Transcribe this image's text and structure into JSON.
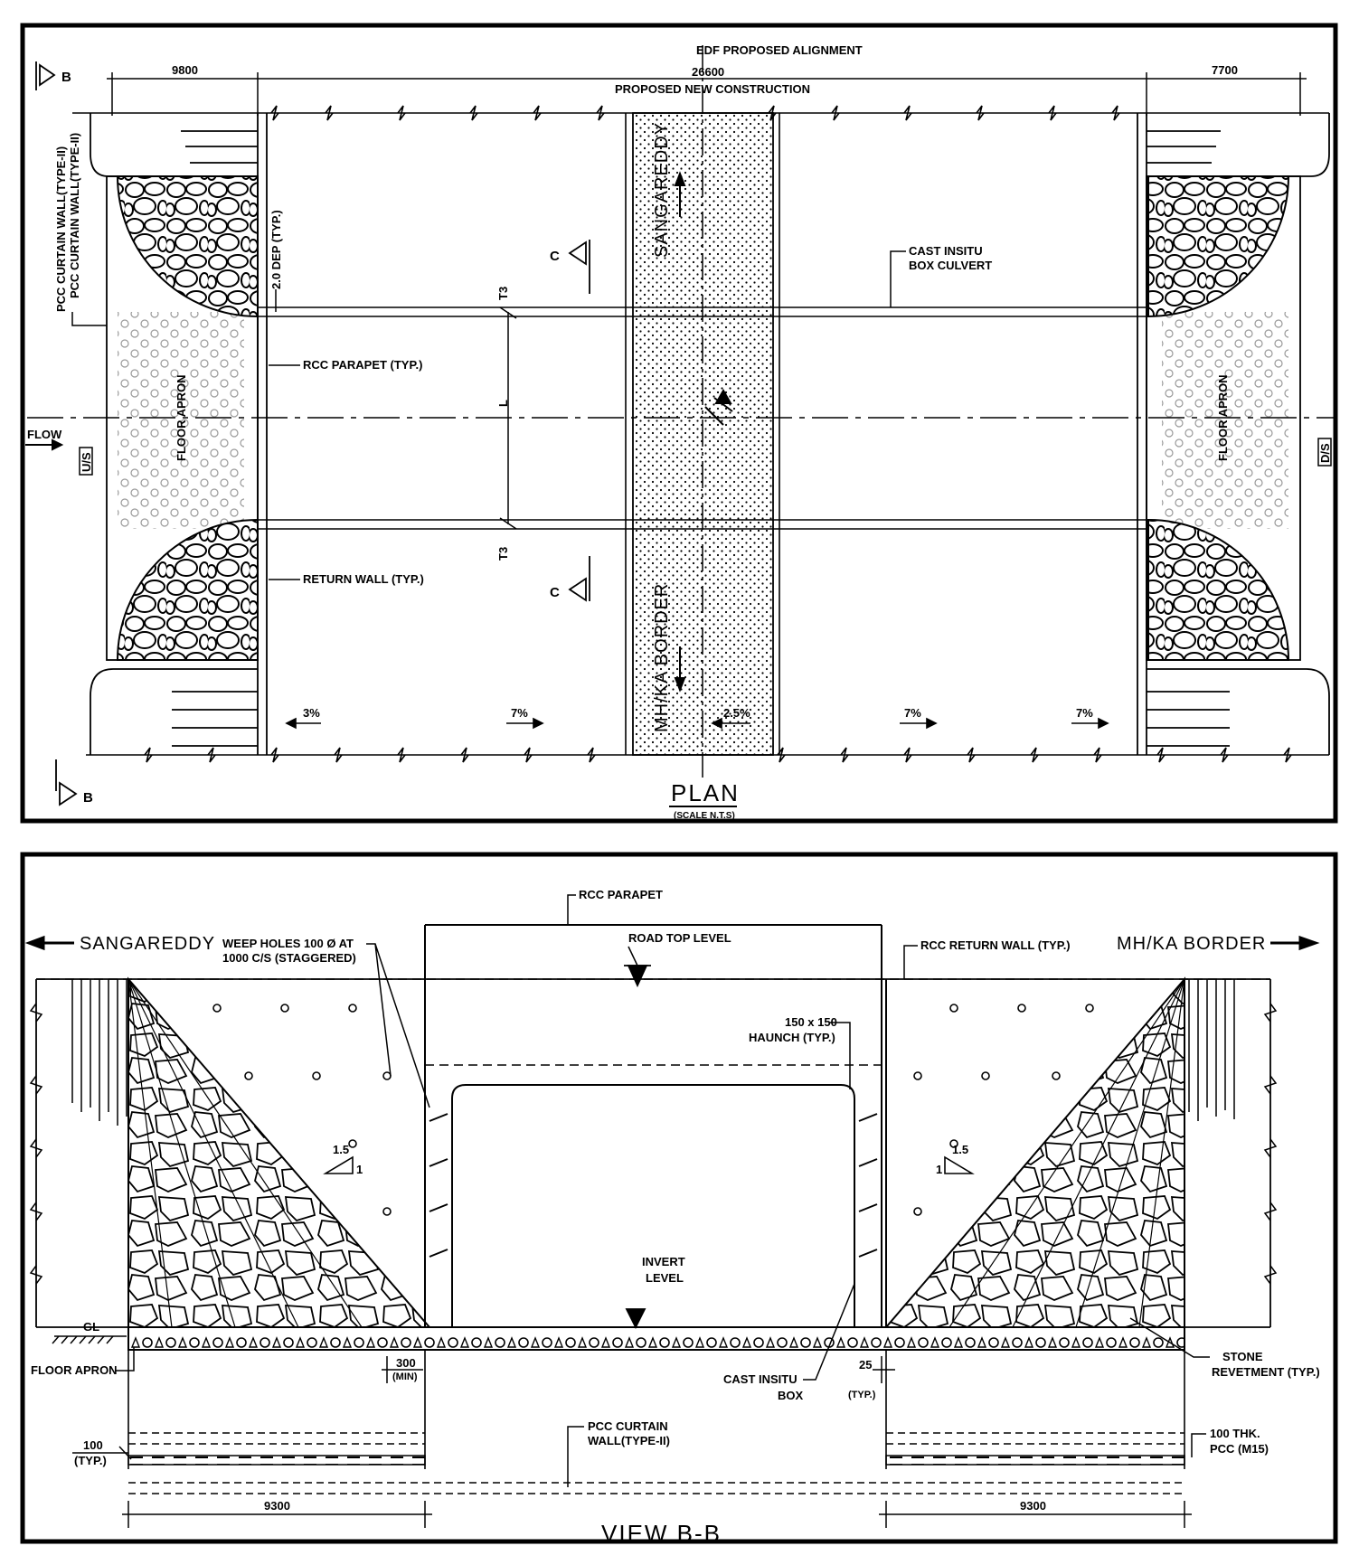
{
  "plan": {
    "title": "PLAN",
    "scale": "(SCALE N.T.S)",
    "labels": {
      "alignment": "EDF PROPOSED ALIGNMENT",
      "new_construction": "PROPOSED NEW CONSTRUCTION",
      "dim_left": "9800",
      "dim_center": "26600",
      "dim_right": "7700",
      "section_b": "B",
      "section_c": "C",
      "curtain_wall": "PCC CURTAIN WALL(TYPE-II)",
      "depth_note": "2.0 DEP (TYP.)",
      "culvert_note_1": "CAST INSITU",
      "culvert_note_2": "BOX CULVERT",
      "parapet": "RCC PARAPET (TYP.)",
      "return_wall": "RETURN WALL (TYP.)",
      "floor_apron": "FLOOR APRON",
      "flow": "FLOW",
      "us": "U/S",
      "ds": "D/S",
      "sangareddy": "SANGAREDDY",
      "border": "MH/KA BORDER",
      "l_mark": "L",
      "t_mark": "T3",
      "slopes": [
        "3%",
        "7%",
        "2.5%",
        "7%",
        "7%"
      ]
    }
  },
  "section": {
    "title": "VIEW B-B",
    "labels": {
      "sangareddy": "SANGAREDDY",
      "border": "MH/KA BORDER",
      "parapet": "RCC PARAPET",
      "road_top": "ROAD TOP LEVEL",
      "return_wall": "RCC RETURN WALL (TYP.)",
      "weep_1": "WEEP HOLES 100 Ø AT",
      "weep_2": "1000 C/S (STAGGERED)",
      "haunch_1": "150 x 150",
      "haunch_2": "HAUNCH (TYP.)",
      "slope_a": "1.5",
      "slope_b": "1",
      "invert_1": "INVERT",
      "invert_2": "LEVEL",
      "gl": "GL",
      "floor_apron": "FLOOR APRON",
      "dim_300": "300",
      "dim_300_sub": "(MIN)",
      "cast_1": "CAST INSITU",
      "cast_2": "BOX",
      "typ_25": "25",
      "typ_25_sub": "(TYP.)",
      "stone_1": "STONE",
      "stone_2": "REVETMENT (TYP.)",
      "curtain_1": "PCC CURTAIN",
      "curtain_2": "WALL(TYPE-II)",
      "pcc_1": "100 THK.",
      "pcc_2": "PCC (M15)",
      "dim_100": "100",
      "dim_100_sub": "(TYP.)",
      "dim_left": "9300",
      "dim_right": "9300"
    }
  }
}
